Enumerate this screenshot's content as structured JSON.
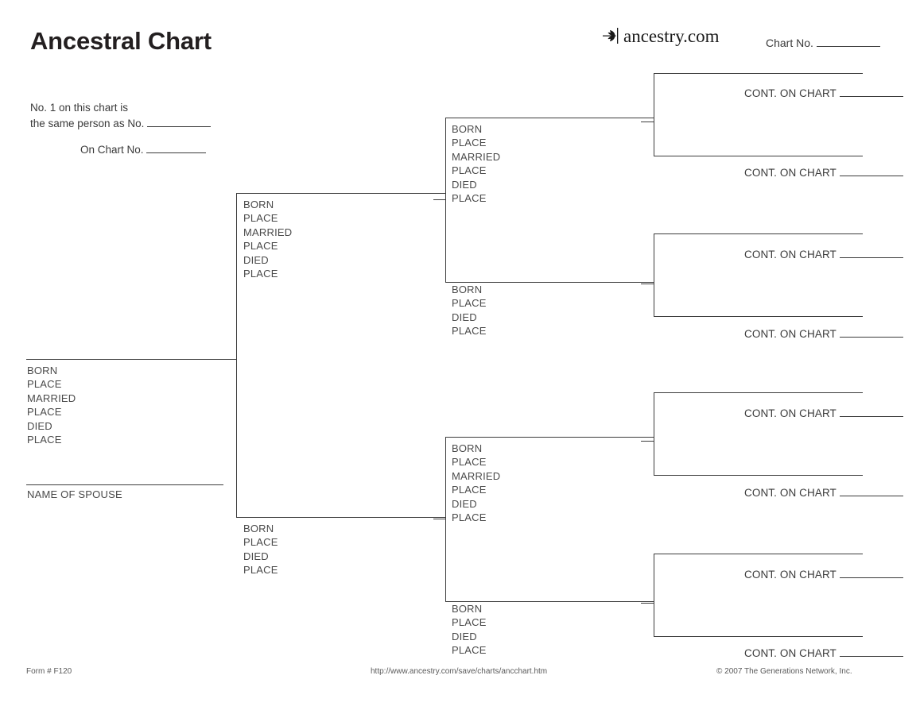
{
  "page": {
    "title": "Ancestral Chart",
    "brand": {
      "word": "ancestry.com",
      "mark": "ancestry-leaf-icon"
    },
    "chart_no": {
      "label": "Chart No.",
      "value": ""
    },
    "note": {
      "line1": "No. 1 on this chart is",
      "line2_prefix": "the same person as No.",
      "line2_value": "",
      "line3_prefix": "On Chart No.",
      "line3_value": ""
    }
  },
  "field_sets": {
    "full": [
      "BORN",
      "PLACE",
      "MARRIED",
      "PLACE",
      "DIED",
      "PLACE"
    ],
    "short": [
      "BORN",
      "PLACE",
      "DIED",
      "PLACE"
    ]
  },
  "labels": {
    "spouse": "NAME OF SPOUSE",
    "cont_on_chart": "CONT. ON CHART",
    "cont_value": ""
  },
  "persons": {
    "p1": {
      "name_value": "",
      "fields": [
        "BORN",
        "PLACE",
        "MARRIED",
        "PLACE",
        "DIED",
        "PLACE"
      ],
      "spouse_label": "NAME OF SPOUSE"
    },
    "p2_father": {
      "name_value": "",
      "fields": [
        "BORN",
        "PLACE",
        "MARRIED",
        "PLACE",
        "DIED",
        "PLACE"
      ]
    },
    "p3_mother": {
      "name_value": "",
      "fields": [
        "BORN",
        "PLACE",
        "DIED",
        "PLACE"
      ]
    },
    "p4": {
      "name_value": "",
      "fields": [
        "BORN",
        "PLACE",
        "MARRIED",
        "PLACE",
        "DIED",
        "PLACE"
      ]
    },
    "p5": {
      "name_value": "",
      "fields": [
        "BORN",
        "PLACE",
        "DIED",
        "PLACE"
      ]
    },
    "p6": {
      "name_value": "",
      "fields": [
        "BORN",
        "PLACE",
        "MARRIED",
        "PLACE",
        "DIED",
        "PLACE"
      ]
    },
    "p7": {
      "name_value": "",
      "fields": [
        "BORN",
        "PLACE",
        "DIED",
        "PLACE"
      ]
    },
    "p8": {
      "name_value": "",
      "cont_label": "CONT. ON CHART",
      "cont_value": ""
    },
    "p9": {
      "name_value": "",
      "cont_label": "CONT. ON CHART",
      "cont_value": ""
    },
    "p10": {
      "name_value": "",
      "cont_label": "CONT. ON CHART",
      "cont_value": ""
    },
    "p11": {
      "name_value": "",
      "cont_label": "CONT. ON CHART",
      "cont_value": ""
    },
    "p12": {
      "name_value": "",
      "cont_label": "CONT. ON CHART",
      "cont_value": ""
    },
    "p13": {
      "name_value": "",
      "cont_label": "CONT. ON CHART",
      "cont_value": ""
    },
    "p14": {
      "name_value": "",
      "cont_label": "CONT. ON CHART",
      "cont_value": ""
    },
    "p15": {
      "name_value": "",
      "cont_label": "CONT. ON CHART",
      "cont_value": ""
    }
  },
  "footer": {
    "form": "Form # F120",
    "url": "http://www.ancestry.com/save/charts/ancchart.htm",
    "copyright": "© 2007 The Generations Network, Inc."
  },
  "colors": {
    "rule": "#3c3c3c",
    "text": "#3a3a3a",
    "field_text": "#4a4a4a",
    "title": "#231f20",
    "background": "#ffffff"
  }
}
